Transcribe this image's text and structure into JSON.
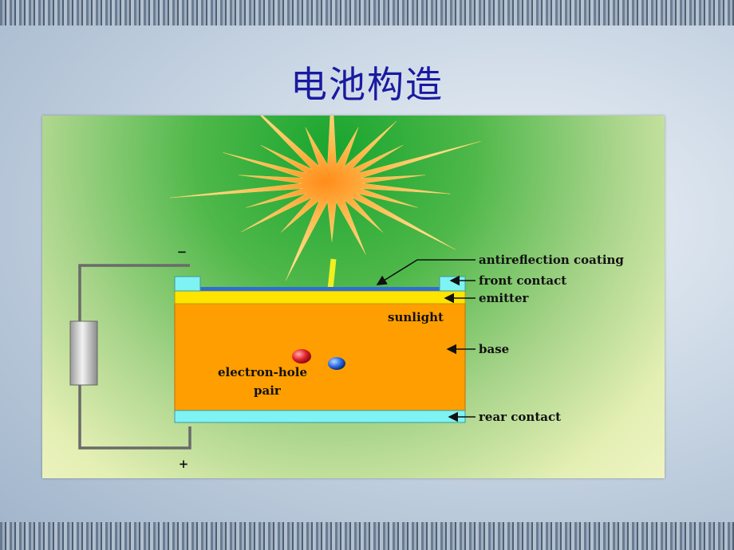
{
  "slide": {
    "title": "电池构造"
  },
  "diagram": {
    "labels": {
      "antireflection": "antireflection coating",
      "front_contact": "front contact",
      "emitter": "emitter",
      "sunlight": "sunlight",
      "base": "base",
      "pair_line1": "electron-hole",
      "pair_line2": "pair",
      "rear_contact": "rear contact",
      "minus": "−",
      "plus": "+"
    },
    "colors": {
      "base": "#ff9e00",
      "emitter": "#ffe400",
      "contact": "#7ff3f3",
      "coating": "#2f6fd4",
      "sun": "#ffe07a",
      "arrow": "#f0f020",
      "electron": "#e41f2a",
      "hole": "#2a6ee8",
      "wire": "#6a6a6a"
    }
  }
}
